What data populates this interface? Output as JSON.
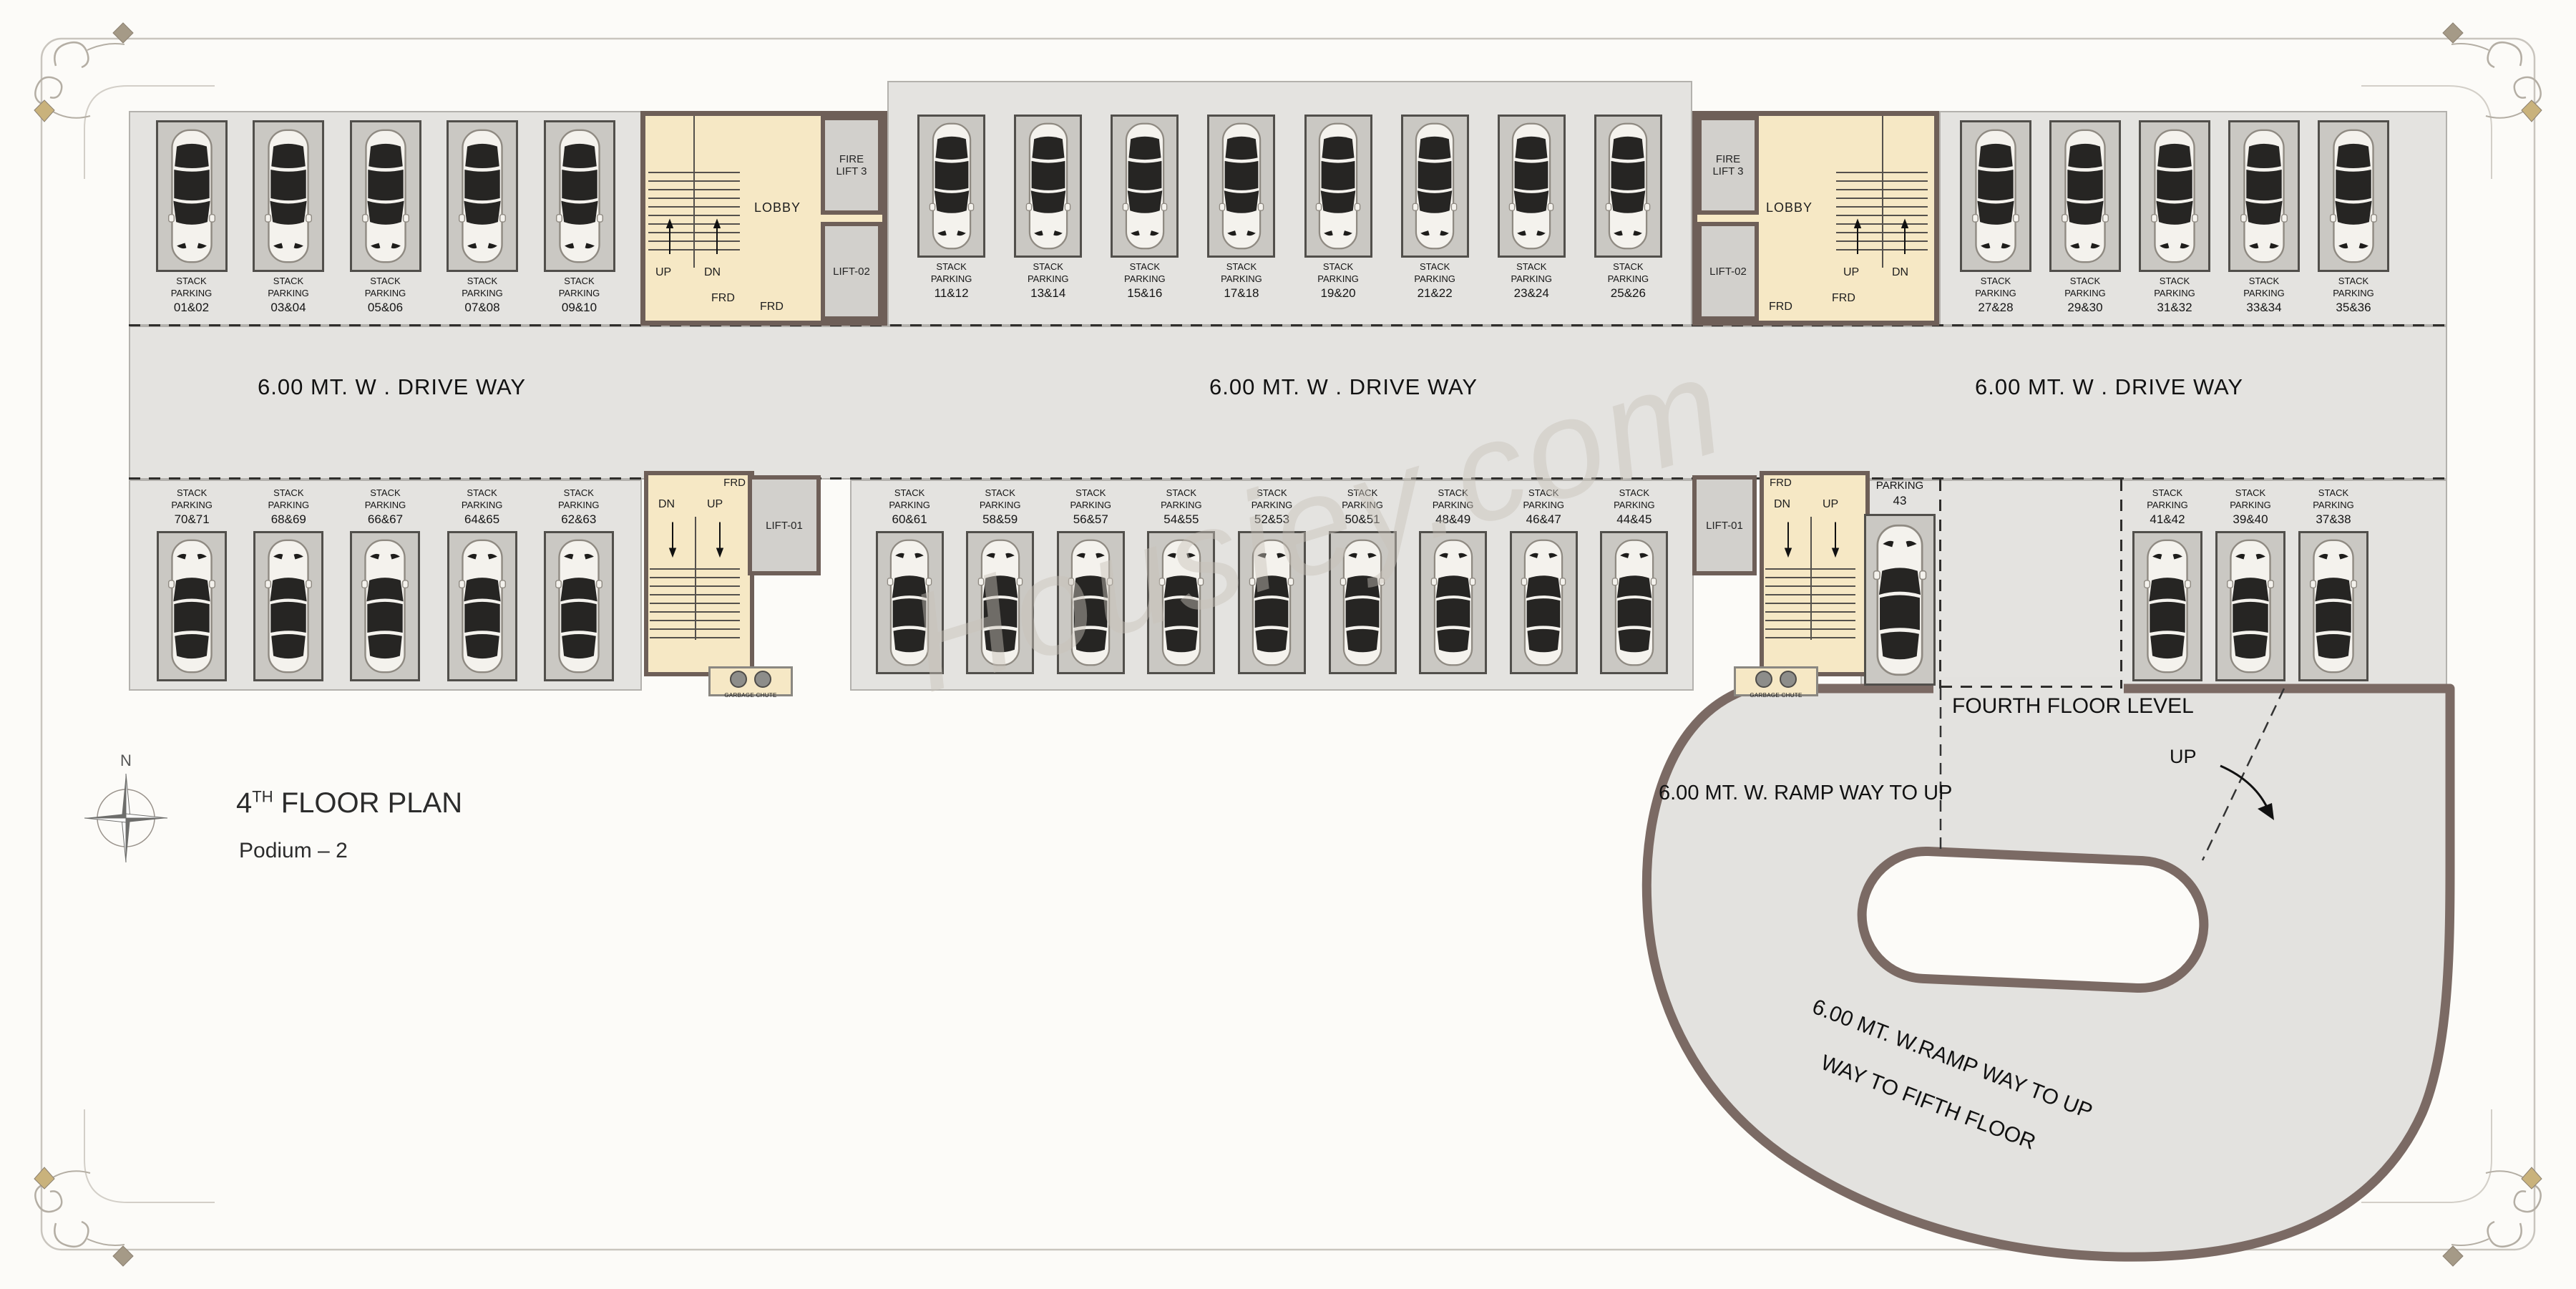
{
  "page": {
    "watermark": "Housiey.com"
  },
  "title": {
    "number": "4",
    "sup": "TH",
    "text": " FLOOR PLAN",
    "subtitle": "Podium – 2",
    "compass_n": "N"
  },
  "driveway": {
    "label": "6.00 MT. W . DRIVE WAY"
  },
  "stall_words": {
    "line1": "STACK",
    "line2": "PARKING"
  },
  "stalls": {
    "top_left": [
      "01&02",
      "03&04",
      "05&06",
      "07&08",
      "09&10"
    ],
    "top_mid": [
      "11&12",
      "13&14",
      "15&16",
      "17&18",
      "19&20",
      "21&22",
      "23&24",
      "25&26"
    ],
    "top_right": [
      "27&28",
      "29&30",
      "31&32",
      "33&34",
      "35&36"
    ],
    "bottom_left": [
      "70&71",
      "68&69",
      "66&67",
      "64&65",
      "62&63"
    ],
    "bottom_mid": [
      "60&61",
      "58&59",
      "56&57",
      "54&55",
      "52&53",
      "50&51",
      "48&49",
      "46&47",
      "44&45"
    ],
    "bottom_right": [
      "41&42",
      "39&40",
      "37&38"
    ]
  },
  "core_labels": {
    "up": "UP",
    "dn": "DN",
    "frd": "FRD",
    "lobby": "LOBBY",
    "fire_lift": "FIRE LIFT 3",
    "lift2": "LIFT-02",
    "lift1": "LIFT-01",
    "garbage": "GARBAGE CHUTE",
    "parking_word": "PARKING",
    "parking_no": "43"
  },
  "ramp": {
    "level": "FOURTH FLOOR LEVEL",
    "up": "UP",
    "line1": "6.00  MT. W. RAMP WAY TO UP",
    "line2": "6.00 MT. W.RAMP WAY TO UP",
    "line3": "WAY TO FIFTH FLOOR"
  },
  "colors": {
    "plan_grey": "#e4e3e0",
    "stall_grey": "#cac8c3",
    "core_tan": "#f6e8c5",
    "wall_brown": "#6e5f58",
    "ramp_border": "#7b6a64",
    "text": "#1c1c1c"
  }
}
